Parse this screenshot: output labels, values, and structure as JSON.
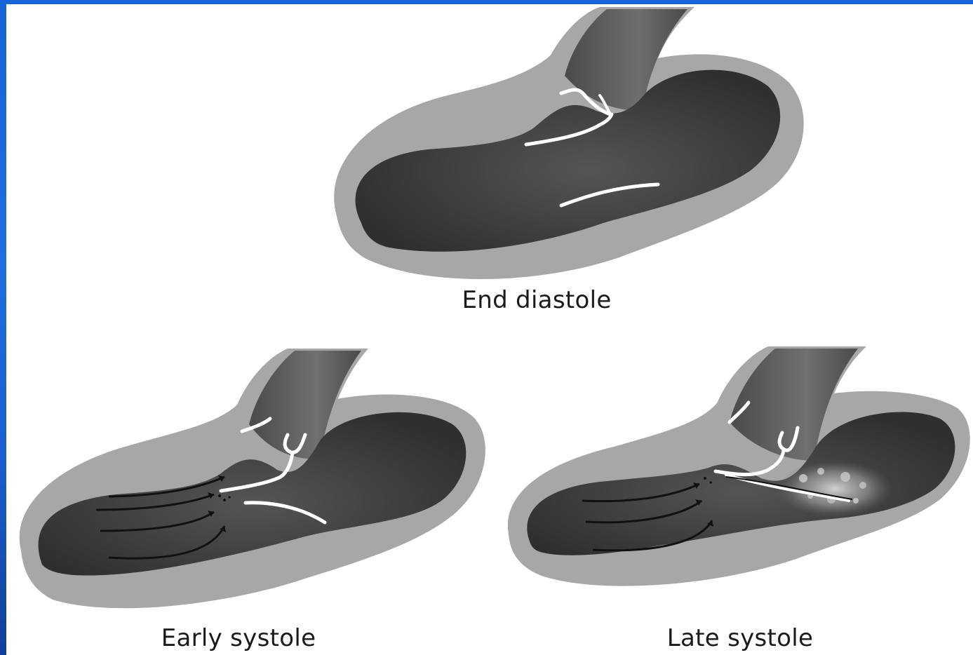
{
  "frame": {
    "accent": "#1565d8"
  },
  "panels": [
    {
      "caption": "End diastole"
    },
    {
      "caption": "Early systole"
    },
    {
      "caption": "Late systole"
    }
  ],
  "colors": {
    "wall": "#a7a7a7",
    "cavity": "#3e3e3e",
    "aorta": "#5a5a5a",
    "leaflet": "#ffffff",
    "flow_arrow": "#111111"
  }
}
